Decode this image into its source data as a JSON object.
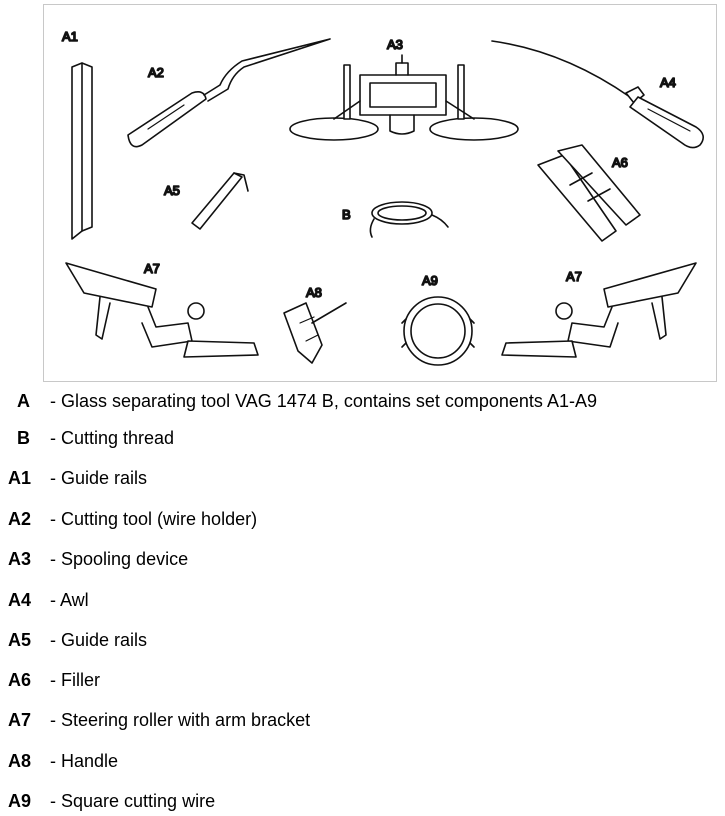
{
  "figure": {
    "callouts": {
      "a1": "A1",
      "a2": "A2",
      "a3": "A3",
      "a4": "A4",
      "a5": "A5",
      "b": "B",
      "a6": "A6",
      "a7_left": "A7",
      "a7_right": "A7",
      "a8": "A8",
      "a9": "A9"
    }
  },
  "legend": [
    {
      "code": "A",
      "text": "- Glass separating tool VAG 1474 B, contains set components A1-A9"
    },
    {
      "code": "B",
      "text": "- Cutting thread"
    },
    {
      "code": "A1",
      "text": "- Guide rails"
    },
    {
      "code": "A2",
      "text": "- Cutting tool (wire holder)"
    },
    {
      "code": "A3",
      "text": "- Spooling device"
    },
    {
      "code": "A4",
      "text": "- Awl"
    },
    {
      "code": "A5",
      "text": "- Guide rails"
    },
    {
      "code": "A6",
      "text": "- Filler"
    },
    {
      "code": "A7",
      "text": "- Steering roller with arm bracket"
    },
    {
      "code": "A8",
      "text": "- Handle"
    },
    {
      "code": "A9",
      "text": "- Square cutting wire"
    }
  ]
}
